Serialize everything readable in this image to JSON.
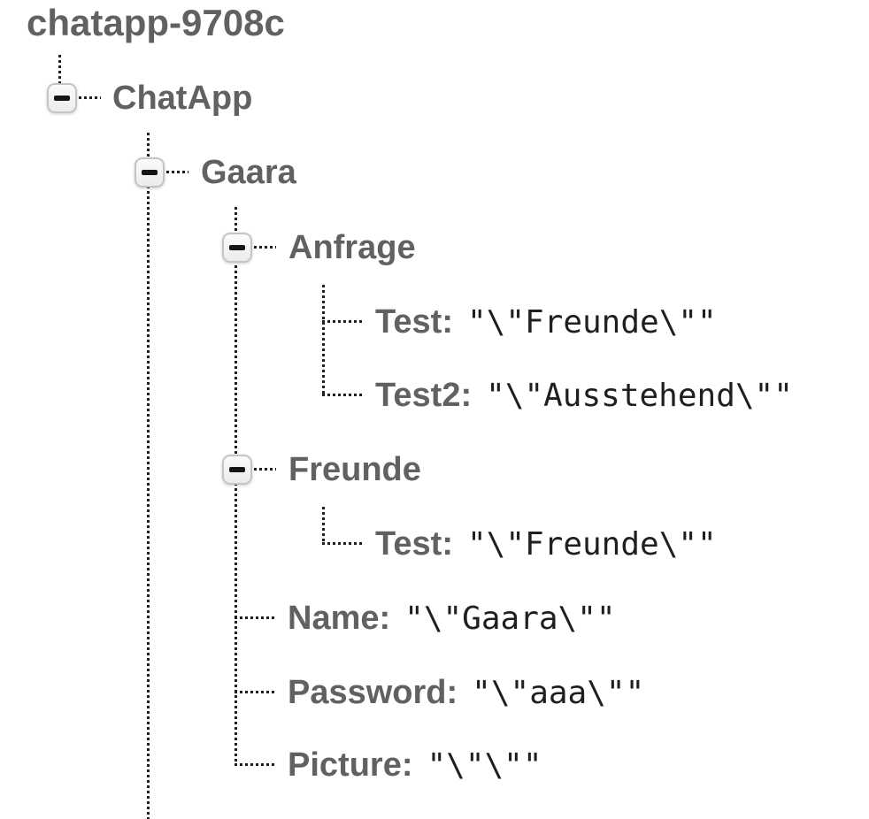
{
  "colors": {
    "label": "#616161",
    "value": "#1f1f1f",
    "line": "#1f1f1f",
    "expander-border": "#c4c4c4",
    "minus": "#161616",
    "page-bg": "#ffffff"
  },
  "tree": {
    "root_label": "chatapp-9708c",
    "expander_icon": "minus",
    "nodes": {
      "chatapp": {
        "label": "ChatApp",
        "expanded": true
      },
      "gaara": {
        "label": "Gaara",
        "expanded": true
      },
      "anfrage": {
        "label": "Anfrage",
        "expanded": true
      },
      "anfrage_test": {
        "key": "Test:",
        "value": "\"\\\"Freunde\\\"\""
      },
      "anfrage_test2": {
        "key": "Test2:",
        "value": "\"\\\"Ausstehend\\\"\""
      },
      "freunde": {
        "label": "Freunde",
        "expanded": true
      },
      "freunde_test": {
        "key": "Test:",
        "value": "\"\\\"Freunde\\\"\""
      },
      "gaara_name": {
        "key": "Name:",
        "value": "\"\\\"Gaara\\\"\""
      },
      "gaara_password": {
        "key": "Password:",
        "value": "\"\\\"aaa\\\"\""
      },
      "gaara_picture": {
        "key": "Picture:",
        "value": "\"\\\"\\\"\""
      }
    }
  }
}
